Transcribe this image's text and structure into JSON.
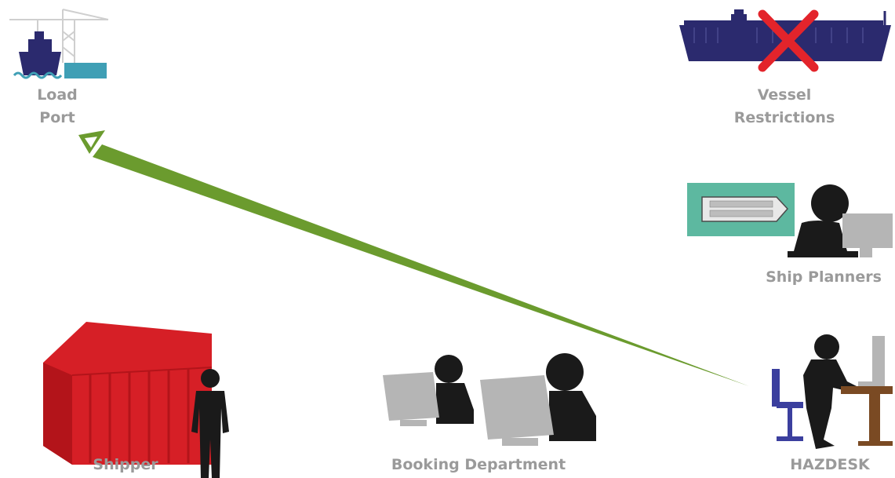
{
  "nodes": {
    "load_port": {
      "line1": "Load",
      "line2": "Port"
    },
    "vessel_restrictions": {
      "line1": "Vessel",
      "line2": "Restrictions"
    },
    "ship_planners": {
      "label": "Ship Planners"
    },
    "shipper": {
      "label": "Shipper"
    },
    "booking_department": {
      "label": "Booking Department"
    },
    "hazdesk": {
      "label": "HAZDESK"
    }
  },
  "colors": {
    "label_grey": "#9a9a9a",
    "arrow_green": "#6b9b2e",
    "navy": "#2b2a6e",
    "container_red": "#d61f26",
    "teal": "#5db8a0",
    "figure_black": "#1a1a1a",
    "monitor_grey": "#b5b5b5",
    "chair_blue": "#3b3f9e",
    "desk_brown": "#7a4a23",
    "cross_red": "#e3242b",
    "crane_grey": "#cfcfcf",
    "quay_teal": "#3f9fb5"
  },
  "icons": [
    "harbor-crane-ship-icon",
    "container-ship-icon",
    "red-x-cross-icon",
    "ship-plan-card-icon",
    "planner-at-computer-icon",
    "shipping-container-icon",
    "standing-person-icon",
    "worker-at-computer-icon",
    "hazdesk-worker-icon",
    "flow-arrow-icon"
  ]
}
